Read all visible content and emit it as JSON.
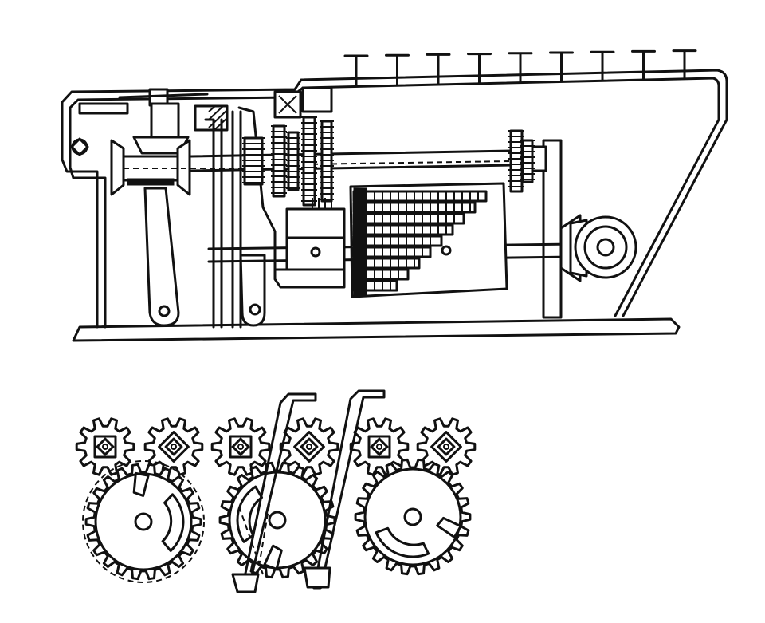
{
  "diagram": {
    "ink_color": "#111111",
    "paper_color": "#ffffff",
    "top_view": {
      "key_bar_count": 9,
      "rack_steps": 9
    },
    "bottom_view": {
      "pinion_count": 6,
      "stepped_wheel_count": 3,
      "lever_count": 2
    }
  }
}
